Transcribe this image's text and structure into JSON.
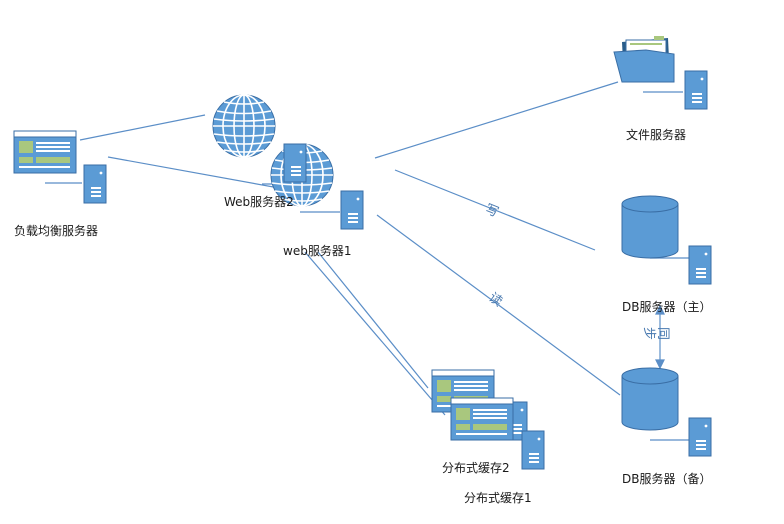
{
  "nodes": {
    "load_balancer": {
      "label": "负载均衡服务器"
    },
    "web_server_2": {
      "label": "Web服务器2"
    },
    "web_server_1": {
      "label": "web服务器1"
    },
    "file_server": {
      "label": "文件服务器"
    },
    "db_primary": {
      "label": "DB服务器（主）"
    },
    "db_backup": {
      "label": "DB服务器（备）"
    },
    "cache_2": {
      "label": "分布式缓存2"
    },
    "cache_1": {
      "label": "分布式缓存1"
    }
  },
  "edges": {
    "write": "写",
    "read": "读",
    "sync": "同步"
  },
  "colors": {
    "line": "#5b8ec7",
    "fill": "#5b9bd5",
    "stroke": "#3a6ea5",
    "green": "#a9c77e",
    "folder_dark": "#2a5d8a"
  }
}
